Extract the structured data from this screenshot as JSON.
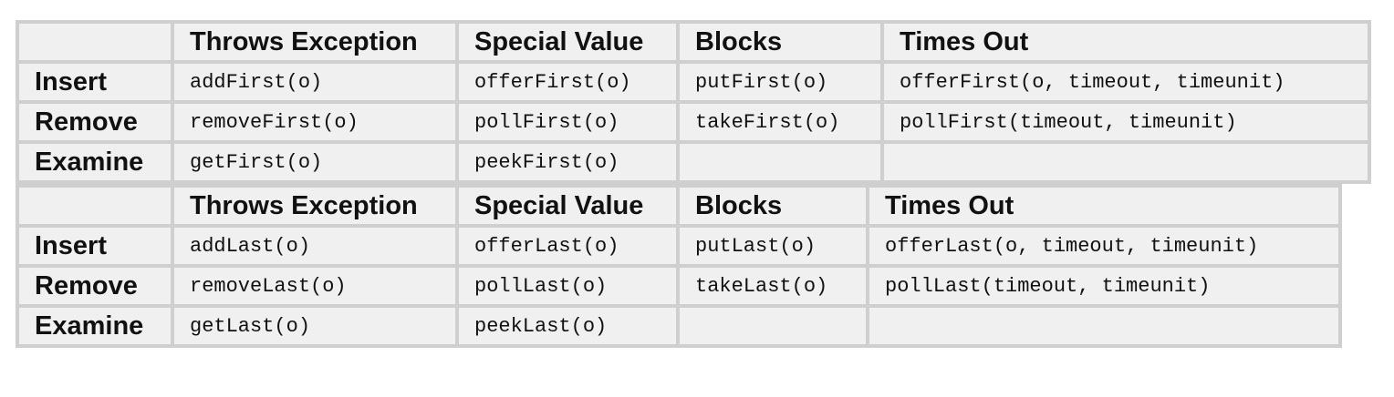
{
  "tables": [
    {
      "headers": [
        "",
        "Throws Exception",
        "Special Value",
        "Blocks",
        "Times Out"
      ],
      "rows": [
        {
          "op": "Insert",
          "cells": [
            "addFirst(o)",
            "offerFirst(o)",
            "putFirst(o)",
            "offerFirst(o, timeout, timeunit)"
          ]
        },
        {
          "op": "Remove",
          "cells": [
            "removeFirst(o)",
            "pollFirst(o)",
            "takeFirst(o)",
            "pollFirst(timeout, timeunit)"
          ]
        },
        {
          "op": "Examine",
          "cells": [
            "getFirst(o)",
            "peekFirst(o)",
            "",
            ""
          ]
        }
      ]
    },
    {
      "headers": [
        "",
        "Throws Exception",
        "Special Value",
        "Blocks",
        "Times Out"
      ],
      "rows": [
        {
          "op": "Insert",
          "cells": [
            "addLast(o)",
            "offerLast(o)",
            "putLast(o)",
            "offerLast(o, timeout, timeunit)"
          ]
        },
        {
          "op": "Remove",
          "cells": [
            "removeLast(o)",
            "pollLast(o)",
            "takeLast(o)",
            "pollLast(timeout, timeunit)"
          ]
        },
        {
          "op": "Examine",
          "cells": [
            "getLast(o)",
            "peekLast(o)",
            "",
            ""
          ]
        }
      ]
    }
  ]
}
